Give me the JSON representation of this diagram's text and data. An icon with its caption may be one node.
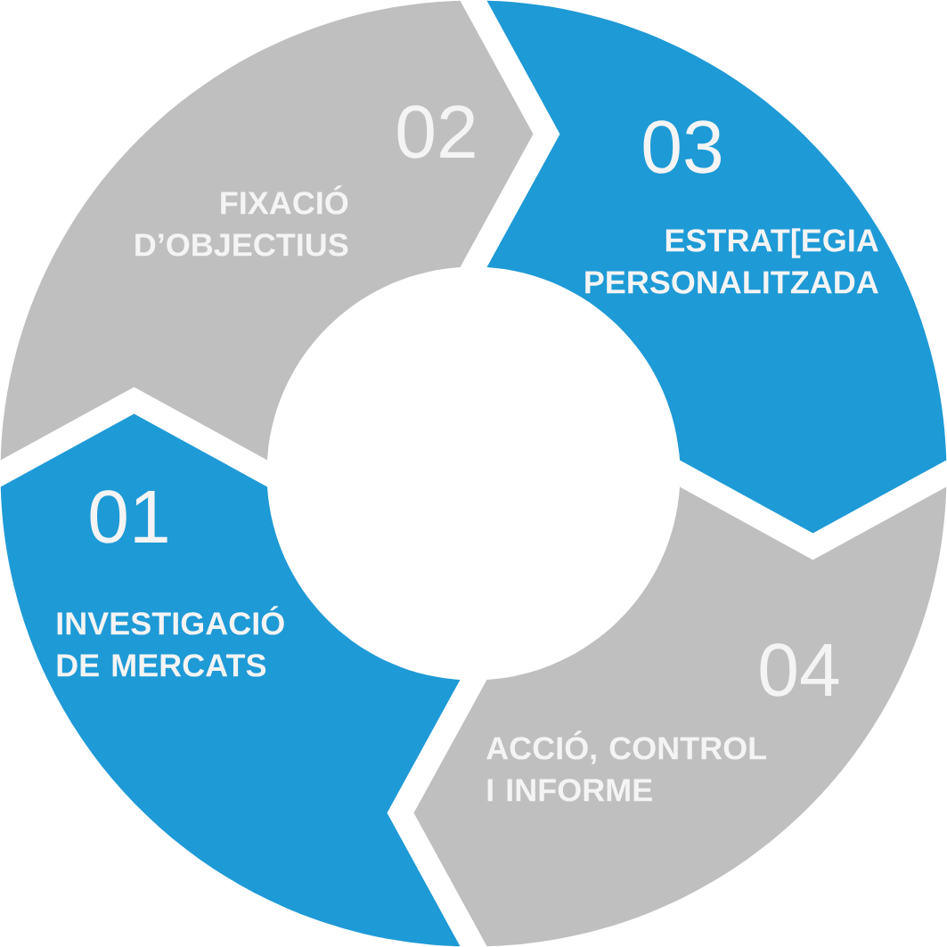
{
  "diagram": {
    "nodes": [
      {
        "text": [
          "01",
          "INVESTIGACIÓ DE MERCATS"
        ]
      },
      {
        "text": [
          "02",
          "FIXACIÓ D’OBJECTIUS"
        ]
      },
      {
        "text": [
          "03",
          "ESTRAT[EGIA PERSONALITZADA"
        ]
      },
      {
        "text": [
          "04",
          "ACCIÓ, CONTROL I INFORME"
        ]
      }
    ]
  }
}
